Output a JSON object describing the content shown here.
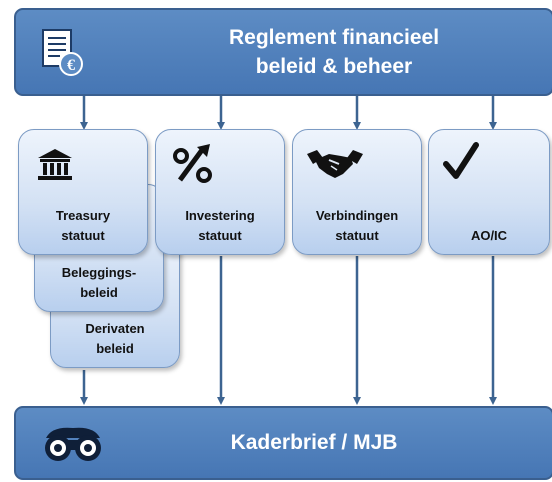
{
  "header": {
    "title_line1": "Reglement financieel",
    "title_line2": "beleid & beheer",
    "icon": "document-euro-icon"
  },
  "columns": [
    {
      "icon": "bank-icon",
      "label_line1": "Treasury",
      "label_line2": "statuut"
    },
    {
      "icon": "percent-up-icon",
      "label_line1": "Investering",
      "label_line2": "statuut"
    },
    {
      "icon": "handshake-icon",
      "label_line1": "Verbindingen",
      "label_line2": "statuut"
    },
    {
      "icon": "checkmark-icon",
      "label_line1": "",
      "label_line2": "AO/IC"
    }
  ],
  "stacked": [
    {
      "label_line1": "Beleggings-",
      "label_line2": "beleid"
    },
    {
      "label_line1": "Derivaten",
      "label_line2": "beleid"
    }
  ],
  "footer": {
    "title": "Kaderbrief / MJB",
    "icon": "binoculars-icon"
  },
  "colors": {
    "banner": "#4a7bb8",
    "arrow": "#3d6491",
    "box_top": "#eef4fc",
    "box_bottom": "#b8cfee"
  }
}
